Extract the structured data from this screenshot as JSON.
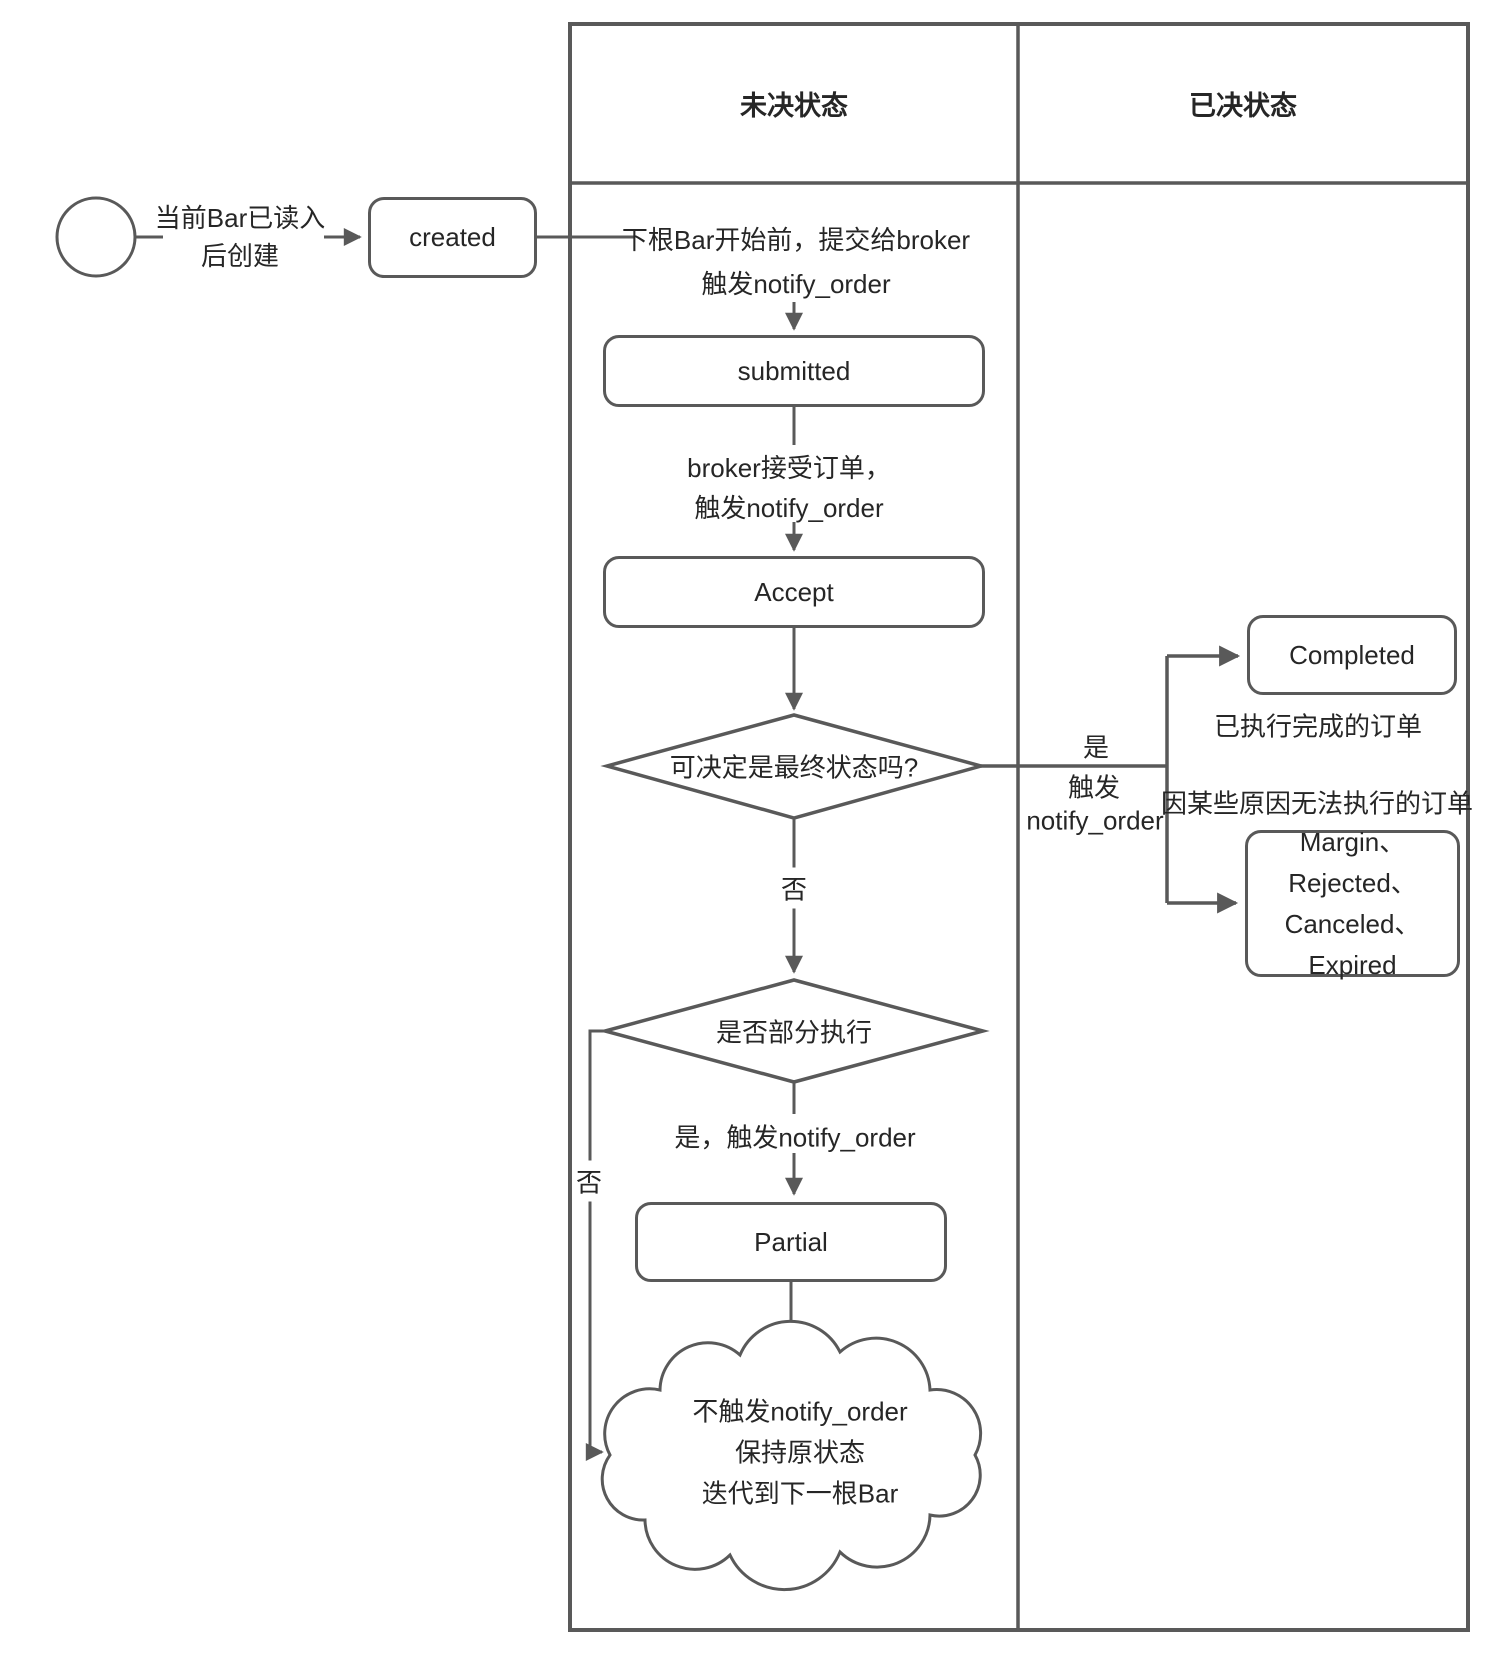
{
  "colors": {
    "line": "#595959",
    "text": "#262626",
    "background": "#ffffff"
  },
  "lanes": {
    "pending": "未决状态",
    "decided": "已决状态"
  },
  "start": {
    "line1": "当前Bar已读入",
    "line2": "后创建"
  },
  "nodes": {
    "created": "created",
    "submitted": "submitted",
    "accept": "Accept",
    "completed": "Completed",
    "partial": "Partial",
    "final_states": [
      "Margin、",
      "Rejected、",
      "Canceled、Expired"
    ]
  },
  "edge_labels": {
    "to_submitted_1": "下根Bar开始前，提交给broker",
    "to_submitted_2": "触发notify_order",
    "to_accept_1": "broker接受订单，",
    "to_accept_2": "触发notify_order",
    "final_question": "可决定是最终状态吗?",
    "yes": "是",
    "yes_trigger_1": "触发",
    "yes_trigger_2": "notify_order",
    "no_1": "否",
    "partial_question": "是否部分执行",
    "partial_yes": "是，触发notify_order",
    "no_2": "否"
  },
  "notes": {
    "completed": "已执行完成的订单",
    "final_states": "因某些原因无法执行的订单"
  },
  "cloud": {
    "line1": "不触发notify_order",
    "line2": "保持原状态",
    "line3": "迭代到下一根Bar"
  }
}
